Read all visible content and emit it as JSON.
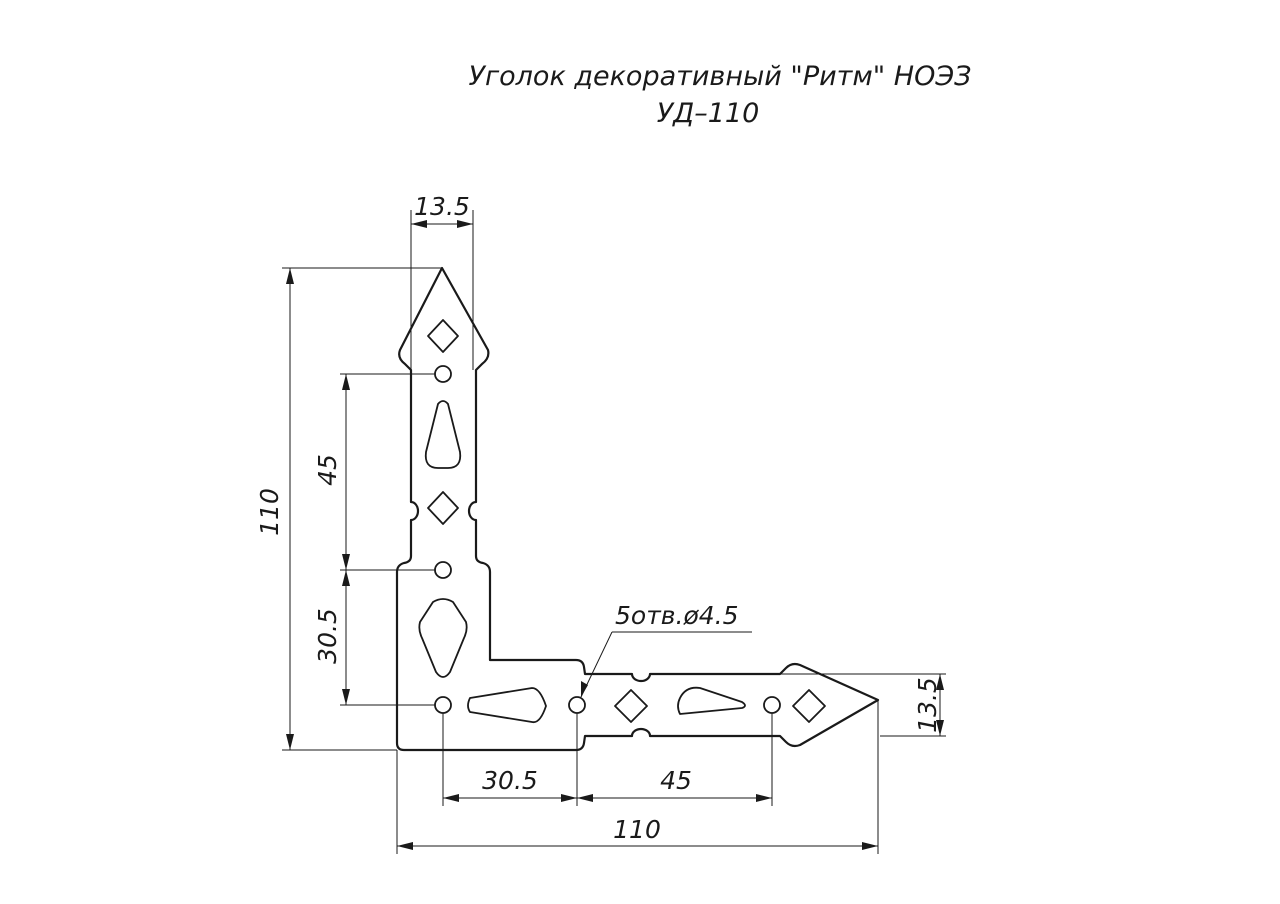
{
  "title": {
    "line1": "Уголок декоративный \"Ритм\" НОЭЗ",
    "line2": "УД–110"
  },
  "dimensions": {
    "top_width": "13.5",
    "overall_height": "110",
    "upper_hole_spacing": "45",
    "lower_hole_spacing": "30.5",
    "holes_note": "5отв.ø4.5",
    "right_width": "13.5",
    "bottom_left_spacing": "30.5",
    "bottom_right_spacing": "45",
    "overall_width": "110"
  },
  "colors": {
    "line": "#1a1a1a",
    "background": "#ffffff"
  }
}
